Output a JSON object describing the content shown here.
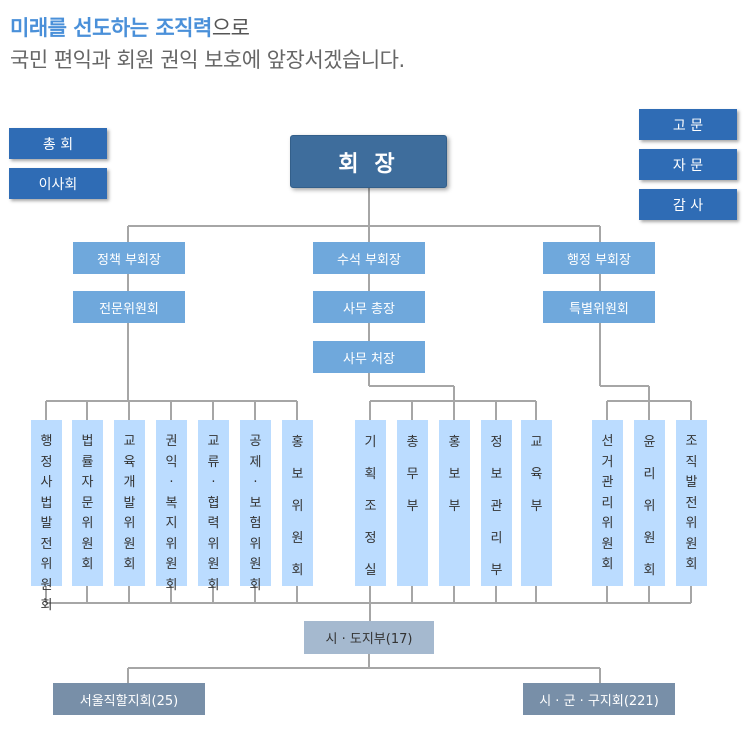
{
  "headline": {
    "line1_highlight": "미래를 선도하는 조직력",
    "line1_rest": "으로",
    "line2": "국민 편익과 회원 권익 보호에 앞장서겠습니다."
  },
  "org": {
    "assembly": "총 회",
    "board": "이사회",
    "president": "회 장",
    "advisory": [
      "고 문",
      "자 문",
      "감 사"
    ],
    "vice_presidents": [
      "정책 부회장",
      "수석 부회장",
      "행정 부회장"
    ],
    "expert_committee": "전문위원회",
    "secretary_general": "사무 총장",
    "office_director": "사무 처장",
    "special_committee": "특별위원회",
    "policy_committees": [
      "행정사법발전위원회",
      "법률자문위원회",
      "교육개발위원회",
      "권익·복지위원회",
      "교류·협력위원회",
      "공제·보험위원회",
      "홍보위원회"
    ],
    "departments": [
      "기획조정실",
      "총무부",
      "홍보부",
      "정보관리부",
      "교육부"
    ],
    "special_committees": [
      "선거관리위원회",
      "윤리위원회",
      "조직발전위원회"
    ],
    "regional": "시 · 도지부(17)",
    "local_offices": [
      "서울직할지회(25)",
      "시 · 군 · 구지회(221)"
    ]
  }
}
